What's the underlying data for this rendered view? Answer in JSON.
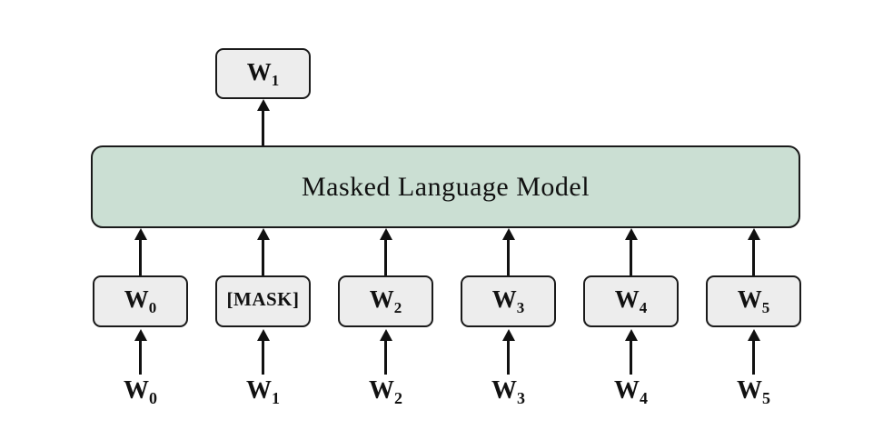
{
  "diagram_type": "masked-language-model-architecture",
  "model": {
    "label": "Masked Language Model"
  },
  "output": {
    "base": "W",
    "sub": "1"
  },
  "inputs": [
    {
      "base": "W",
      "sub": "0"
    },
    {
      "base": "[MASK]",
      "sub": ""
    },
    {
      "base": "W",
      "sub": "2"
    },
    {
      "base": "W",
      "sub": "3"
    },
    {
      "base": "W",
      "sub": "4"
    },
    {
      "base": "W",
      "sub": "5"
    }
  ],
  "tokens": [
    {
      "base": "W",
      "sub": "0"
    },
    {
      "base": "W",
      "sub": "1"
    },
    {
      "base": "W",
      "sub": "2"
    },
    {
      "base": "W",
      "sub": "3"
    },
    {
      "base": "W",
      "sub": "4"
    },
    {
      "base": "W",
      "sub": "5"
    }
  ],
  "colors": {
    "model_fill": "#cbdfd3",
    "token_fill": "#ededed",
    "border": "#1a1a1a",
    "background": "#ffffff"
  }
}
